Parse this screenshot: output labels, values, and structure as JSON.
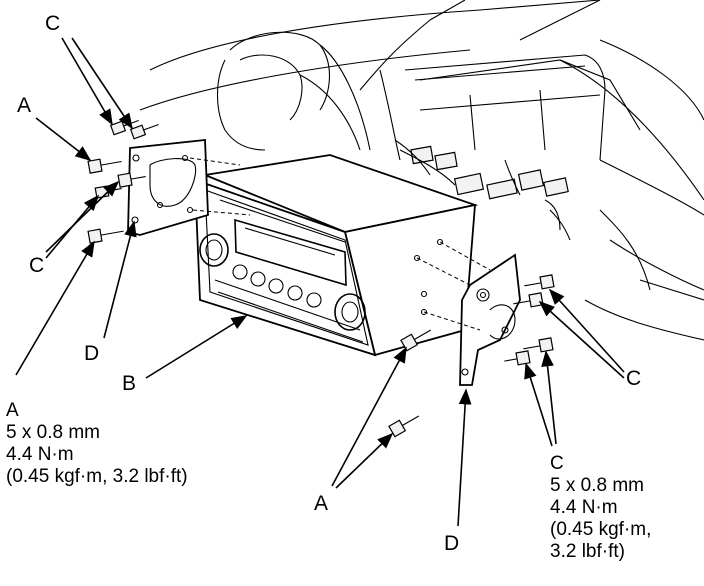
{
  "labels": {
    "c_top": "C",
    "a_left": "A",
    "c_left": "C",
    "d_left": "D",
    "b_label": "B",
    "c_right": "C",
    "a_bottom": "A",
    "d_bottom": "D"
  },
  "spec_a": {
    "letter": "A",
    "size": "5 x 0.8 mm",
    "torque": "4.4 N·m",
    "torque_alt": "(0.45 kgf·m, 3.2 lbf·ft)"
  },
  "spec_c": {
    "letter": "C",
    "size": "5 x 0.8 mm",
    "torque": "4.4 N·m",
    "torque_alt_1": "(0.45 kgf·m,",
    "torque_alt_2": "3.2 lbf·ft)"
  }
}
